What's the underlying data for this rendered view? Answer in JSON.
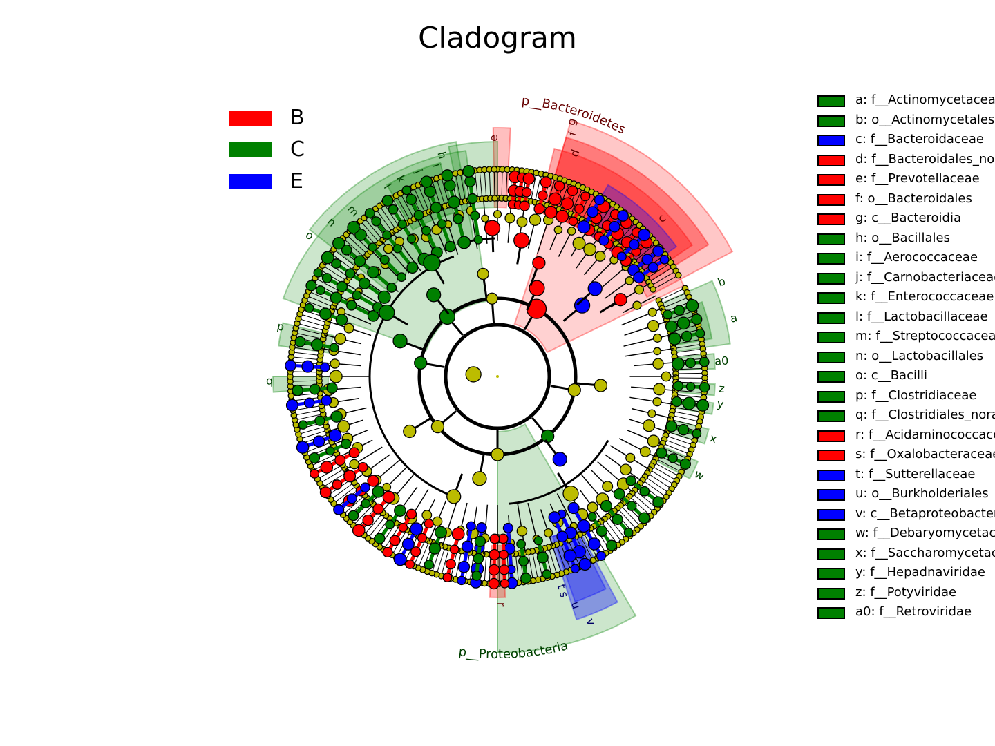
{
  "title": "Cladogram",
  "colors": {
    "B": "#ff0000",
    "C": "#008000",
    "E": "#0000ff",
    "node": "#bcbc00",
    "line": "#000000"
  },
  "groups": [
    {
      "name": "B",
      "color": "#ff0000"
    },
    {
      "name": "C",
      "color": "#008000"
    },
    {
      "name": "E",
      "color": "#0000ff"
    }
  ],
  "clade_labels": [
    {
      "text": "p__Bacteroidetes",
      "group": "B"
    },
    {
      "text": "p__Proteobacteria",
      "group": "C"
    }
  ],
  "letter_labels": [
    "a",
    "b",
    "c",
    "d",
    "e",
    "f",
    "g",
    "h",
    "i",
    "j",
    "k",
    "l",
    "m",
    "n",
    "o",
    "p",
    "q",
    "r",
    "s",
    "t",
    "u",
    "v",
    "w",
    "x",
    "y",
    "z",
    "a0"
  ],
  "taxa": [
    {
      "label": "a: f__Actinomycetaceae",
      "group": "C"
    },
    {
      "label": "b: o__Actinomycetales",
      "group": "C"
    },
    {
      "label": "c: f__Bacteroidaceae",
      "group": "E"
    },
    {
      "label": "d: f__Bacteroidales_norank",
      "group": "B"
    },
    {
      "label": "e: f__Prevotellaceae",
      "group": "B"
    },
    {
      "label": "f: o__Bacteroidales",
      "group": "B"
    },
    {
      "label": "g: c__Bacteroidia",
      "group": "B"
    },
    {
      "label": "h: o__Bacillales",
      "group": "C"
    },
    {
      "label": "i: f__Aerococcaceae",
      "group": "C"
    },
    {
      "label": "j: f__Carnobacteriaceae",
      "group": "C"
    },
    {
      "label": "k: f__Enterococcaceae",
      "group": "C"
    },
    {
      "label": "l: f__Lactobacillaceae",
      "group": "C"
    },
    {
      "label": "m: f__Streptococcaceae",
      "group": "C"
    },
    {
      "label": "n: o__Lactobacillales",
      "group": "C"
    },
    {
      "label": "o: c__Bacilli",
      "group": "C"
    },
    {
      "label": "p: f__Clostridiaceae",
      "group": "C"
    },
    {
      "label": "q: f__Clostridiales_norank",
      "group": "C"
    },
    {
      "label": "r: f__Acidaminococcaceae",
      "group": "B"
    },
    {
      "label": "s: f__Oxalobacteraceae",
      "group": "B"
    },
    {
      "label": "t: f__Sutterellaceae",
      "group": "E"
    },
    {
      "label": "u: o__Burkholderiales",
      "group": "E"
    },
    {
      "label": "v: c__Betaproteobacteria",
      "group": "E"
    },
    {
      "label": "w: f__Debaryomycetaceae",
      "group": "C"
    },
    {
      "label": "x: f__Saccharomycetaceae",
      "group": "C"
    },
    {
      "label": "y: f__Hepadnaviridae",
      "group": "C"
    },
    {
      "label": "z: f__Potyviridae",
      "group": "C"
    },
    {
      "label": "a0: f__Retroviridae",
      "group": "C"
    }
  ]
}
